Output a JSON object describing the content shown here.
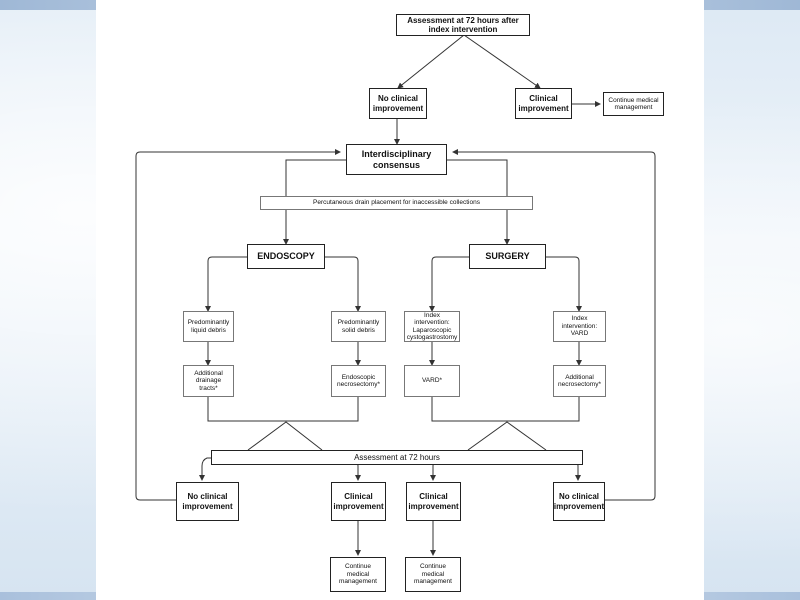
{
  "flowchart": {
    "top_assessment": "Assessment at 72 hours after index intervention",
    "no_improvement_top": "No clinical improvement",
    "clinical_improvement_top": "Clinical improvement",
    "continue_management_top": "Continue medical management",
    "consensus": "Interdisciplinary consensus",
    "percutaneous": "Percutaneous drain placement for inaccessible collections",
    "endoscopy": "ENDOSCOPY",
    "surgery": "SURGERY",
    "liquid_debris": "Predominantly liquid debris",
    "solid_debris": "Predominantly solid debris",
    "laparoscopic": "Index intervention: Laparoscopic cystogastrostomy",
    "index_vard": "Index intervention: VARD",
    "additional_drainage": "Additional drainage tracts*",
    "endoscopic_necro": "Endoscopic necrosectomy*",
    "vard_star": "VARD*",
    "additional_necro": "Additional necrosectomy*",
    "assessment_72": "Assessment at 72 hours",
    "no_improvement_left": "No clinical improvement",
    "clinical_improvement_left": "Clinical improvement",
    "clinical_improvement_right": "Clinical improvement",
    "no_improvement_right": "No clinical improvement",
    "continue_management_left": "Continue medical management",
    "continue_management_right": "Continue medical management"
  }
}
